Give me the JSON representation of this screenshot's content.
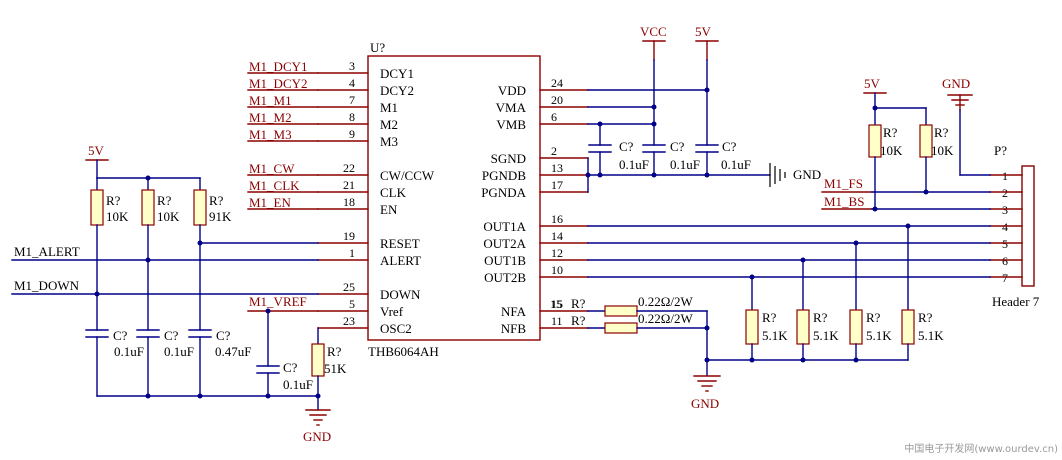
{
  "chip": {
    "designator": "U?",
    "part": "THB6064AH",
    "left_pins": [
      {
        "num": "3",
        "name": "DCY1"
      },
      {
        "num": "4",
        "name": "DCY2"
      },
      {
        "num": "7",
        "name": "M1"
      },
      {
        "num": "8",
        "name": "M2"
      },
      {
        "num": "9",
        "name": "M3"
      },
      {
        "num": "22",
        "name": "CW/CCW"
      },
      {
        "num": "21",
        "name": "CLK"
      },
      {
        "num": "18",
        "name": "EN"
      },
      {
        "num": "19",
        "name": "RESET"
      },
      {
        "num": "1",
        "name": "ALERT"
      },
      {
        "num": "25",
        "name": "DOWN"
      },
      {
        "num": "5",
        "name": "Vref"
      },
      {
        "num": "23",
        "name": "OSC2"
      }
    ],
    "right_pins": [
      {
        "num": "24",
        "name": "VDD"
      },
      {
        "num": "20",
        "name": "VMA"
      },
      {
        "num": "6",
        "name": "VMB"
      },
      {
        "num": "2",
        "name": "SGND"
      },
      {
        "num": "13",
        "name": "PGNDB"
      },
      {
        "num": "17",
        "name": "PGNDA"
      },
      {
        "num": "16",
        "name": "OUT1A"
      },
      {
        "num": "14",
        "name": "OUT2A"
      },
      {
        "num": "12",
        "name": "OUT1B"
      },
      {
        "num": "10",
        "name": "OUT2B"
      },
      {
        "num": "15",
        "name": "NFA"
      },
      {
        "num": "11",
        "name": "NFB"
      }
    ]
  },
  "nets": {
    "dcy1": "M1_DCY1",
    "dcy2": "M1_DCY2",
    "m1": "M1_M1",
    "m2": "M1_M2",
    "m3": "M1_M3",
    "cw": "M1_CW",
    "clk": "M1_CLK",
    "en": "M1_EN",
    "alert": "M1_ALERT",
    "down": "M1_DOWN",
    "vref": "M1_VREF",
    "fs": "M1_FS",
    "bs": "M1_BS"
  },
  "power": {
    "vcc": "VCC",
    "v5": "5V",
    "gnd": "GND"
  },
  "resistors": {
    "ref": "R?",
    "left": [
      "10K",
      "10K",
      "91K"
    ],
    "osc": "51K",
    "right_top": [
      "10K",
      "10K"
    ],
    "bottom": [
      "5.1K",
      "5.1K",
      "5.1K",
      "5.1K"
    ],
    "sense": "0.22Ω/2W"
  },
  "capacitors": {
    "ref": "C?",
    "left": [
      "0.1uF",
      "0.1uF",
      "0.47uF"
    ],
    "vref": "0.1uF",
    "top": [
      "0.1uF",
      "0.1uF",
      "0.1uF"
    ]
  },
  "header": {
    "designator": "P?",
    "part": "Header 7",
    "pins": [
      "1",
      "2",
      "3",
      "4",
      "5",
      "6",
      "7"
    ]
  },
  "watermark": "中国电子开发网(www.ourdev.cn)"
}
